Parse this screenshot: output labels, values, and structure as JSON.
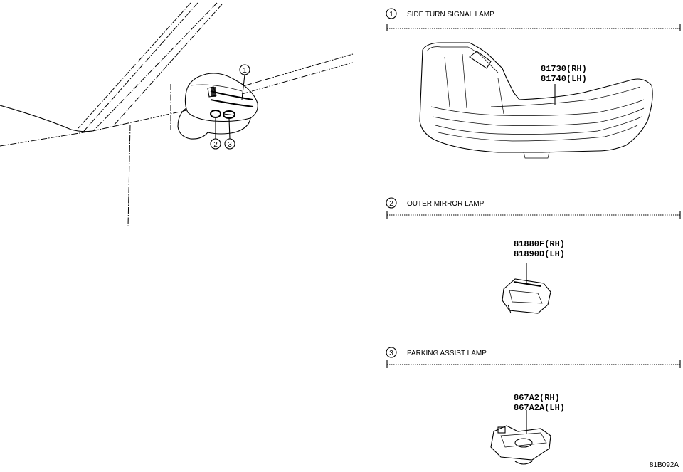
{
  "callouts": [
    "1",
    "2",
    "3"
  ],
  "sections": [
    {
      "number": "1",
      "title": "SIDE TURN SIGNAL LAMP",
      "part_numbers": [
        "81730(RH)",
        "81740(LH)"
      ]
    },
    {
      "number": "2",
      "title": "OUTER MIRROR LAMP",
      "part_numbers": [
        "81880F(RH)",
        "81890D(LH)"
      ]
    },
    {
      "number": "3",
      "title": "PARKING ASSIST LAMP",
      "part_numbers": [
        "867A2(RH)",
        "867A2A(LH)"
      ]
    }
  ],
  "illustration_code": "81B092A"
}
